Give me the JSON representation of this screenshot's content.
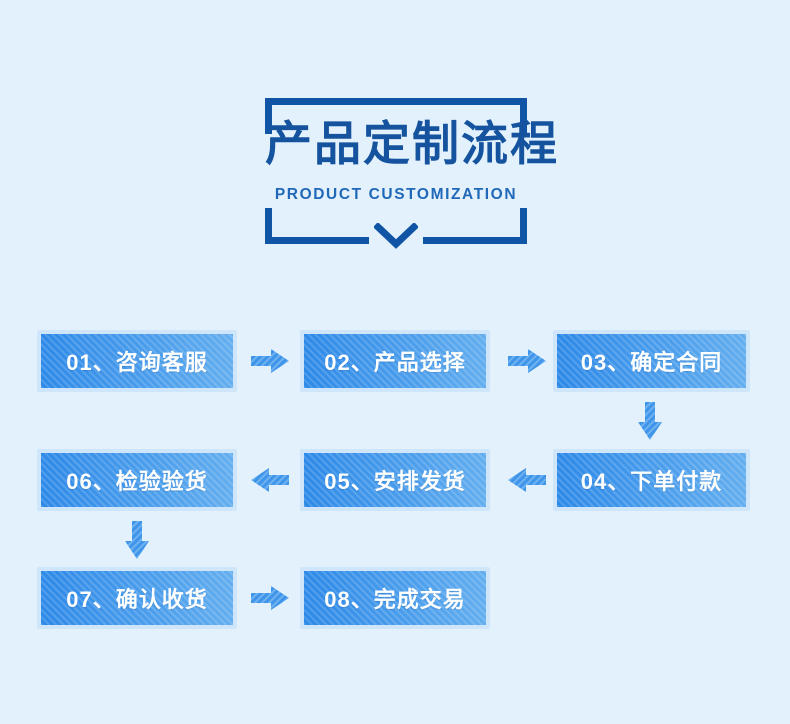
{
  "page": {
    "background_color": "#e3f1fd"
  },
  "header": {
    "title_cn": "产品定制流程",
    "title_en": "PRODUCT CUSTOMIZATION",
    "title_color": "#15539f",
    "subtitle_color": "#2068b8",
    "frame_color": "#0f54a5",
    "chevron_icon": "chevron-down-icon"
  },
  "flow": {
    "box_colors": {
      "gradient_start": "#2e8ae8",
      "gradient_end": "#63aeef",
      "border": "#cfe6fa",
      "text": "#ffffff"
    },
    "arrow_color": "#3f95ea",
    "steps": [
      {
        "id": "01",
        "label": "01、咨询客服"
      },
      {
        "id": "02",
        "label": "02、产品选择"
      },
      {
        "id": "03",
        "label": "03、确定合同"
      },
      {
        "id": "04",
        "label": "04、下单付款"
      },
      {
        "id": "05",
        "label": "05、安排发货"
      },
      {
        "id": "06",
        "label": "06、检验验货"
      },
      {
        "id": "07",
        "label": "07、确认收货"
      },
      {
        "id": "08",
        "label": "08、完成交易"
      }
    ],
    "connectors": [
      {
        "name": "arrow-01-to-02",
        "direction": "right"
      },
      {
        "name": "arrow-02-to-03",
        "direction": "right"
      },
      {
        "name": "arrow-03-to-04",
        "direction": "down"
      },
      {
        "name": "arrow-04-to-05",
        "direction": "left"
      },
      {
        "name": "arrow-05-to-06",
        "direction": "left"
      },
      {
        "name": "arrow-06-to-07",
        "direction": "down"
      },
      {
        "name": "arrow-07-to-08",
        "direction": "right"
      }
    ]
  }
}
